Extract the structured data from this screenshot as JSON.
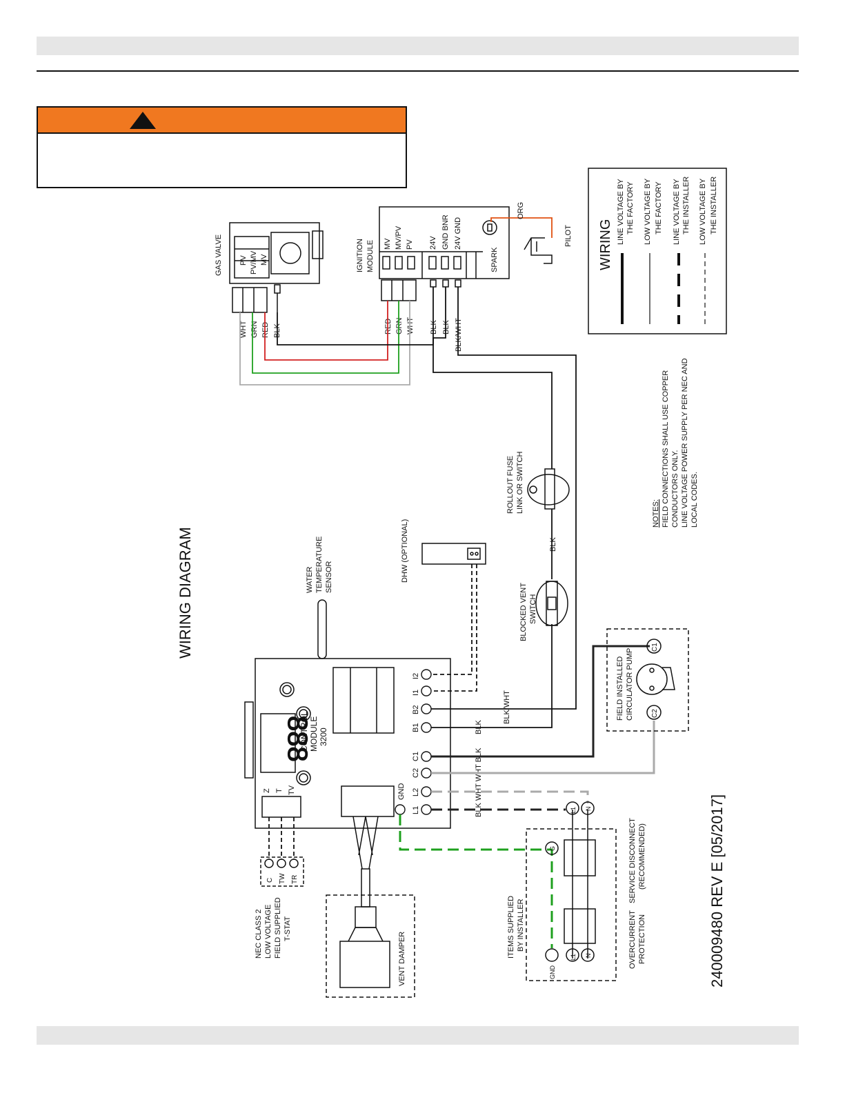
{
  "warning": {
    "text": ""
  },
  "title": "WIRING  DIAGRAM",
  "doc_number": "240009480  REV  E  [05/2017]",
  "labels": {
    "gas_valve": "GAS VALVE",
    "gv_pv": "PV",
    "gv_pvmv": "PV/MV",
    "gv_mv": "MV",
    "ign1": "IGNITION",
    "ign2": "MODULE",
    "ign_mv": "MV",
    "ign_mvpv": "MV/PV",
    "ign_pv": "PV",
    "ign_24v": "24V",
    "ign_gnd_bnr": "GND  BNR",
    "ign_24v_gnd": "24V  GND",
    "spark": "SPARK",
    "org": "ORG",
    "pilot": "PILOT",
    "wht": "WHT",
    "grn": "GRN",
    "red": "RED",
    "blk": "BLK",
    "blk_wht": "BLK/WHT",
    "rollout1": "ROLLOUT  FUSE",
    "rollout2": "LINK  OR  SWITCH",
    "blocked1": "BLOCKED  VENT",
    "blocked2": "SWITCH",
    "dhw": "DHW  (OPTIONAL)",
    "wts1": "WATER",
    "wts2": "TEMPERATURE",
    "wts3": "SENSOR",
    "cm1": "CONTROL",
    "cm2": "MODULE",
    "cm3": "3200",
    "t_i2": "I2",
    "t_i1": "I1",
    "t_b2": "B2",
    "t_b1": "B1",
    "t_c1": "C1",
    "t_c2": "C2",
    "t_l2": "L2",
    "t_l1": "L1",
    "t_gnd": "GND",
    "t_z": "Z",
    "t_t": "T",
    "t_tv": "TV",
    "ts_c": "C",
    "ts_tw": "TW",
    "ts_tr": "TR",
    "nec1": "NEC  CLASS  2",
    "nec2": "LOW  VOLTAGE",
    "nec3": "FIELD  SUPPLIED",
    "nec4": "T-STAT",
    "vent_damper": "VENT  DAMPER",
    "pump1": "FIELD  INSTALLED",
    "pump2": "CIRCULATOR  PUMP",
    "c1": "C1",
    "c2": "C2",
    "l1": "L1",
    "n": "N",
    "g": "G",
    "gnd": "GND",
    "items1": "ITEMS  SUPPLIED",
    "items2": "BY  INSTALLER",
    "sd1": "SERVICE  DISCONNECT",
    "sd2": "(RECOMMENDED)",
    "oc1": "OVERCURRENT",
    "oc2": "PROTECTION",
    "wire_blk_wht_c": "BLK  WHT  WHT  BLK",
    "notes_title": "NOTES:",
    "note1": "FIELD  CONNECTIONS  SHALL  USE  COPPER",
    "note2": "CONDUCTORS  ONLY.",
    "note3": "LINE  VOLTAGE  POWER  SUPPLY  PER  NEC  AND",
    "note4": "LOCAL  CODES.",
    "leg_title": "WIRING",
    "leg1a": "LINE  VOLTAGE  BY",
    "leg1b": "THE  FACTORY",
    "leg2a": "LOW  VOLTAGE  BY",
    "leg2b": "THE  FACTORY",
    "leg3a": "LINE  VOLTAGE  BY",
    "leg3b": "THE  INSTALLER",
    "leg4a": "LOW  VOLTAGE  BY",
    "leg4b": "THE  INSTALLER"
  },
  "colors": {
    "red": "#d22020",
    "green": "#1ea01e",
    "orange": "#e05010",
    "gray": "#aaaaaa",
    "warn": "#f07820"
  }
}
